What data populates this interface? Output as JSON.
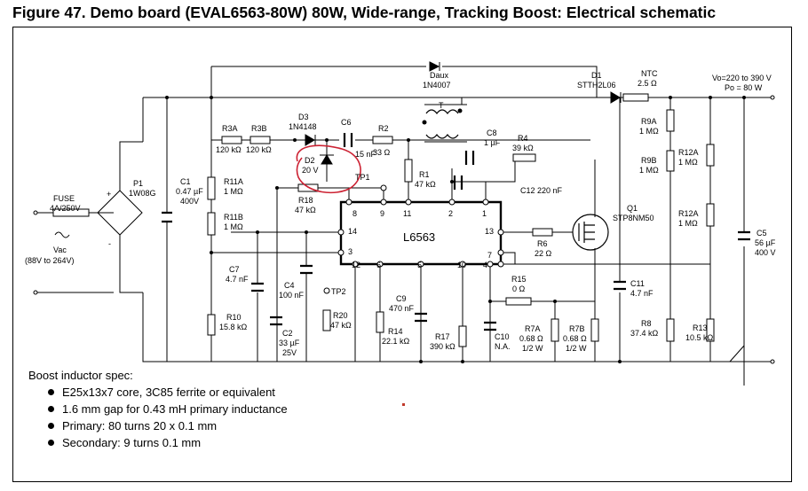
{
  "title": "Figure 47.  Demo board (EVAL6563-80W) 80W, Wide-range, Tracking Boost: Electrical schematic",
  "colors": {
    "line": "#000000",
    "annotation": "#cc2233",
    "stray_dot": "#c0392b"
  },
  "schematic": {
    "input": {
      "fuse": "FUSE",
      "fuse_val": "4A/250V",
      "vac": "Vac",
      "vac_range": "(88V to 264V)"
    },
    "bridge": {
      "name": "P1",
      "val": "1W08G",
      "plus": "+",
      "minus": "-"
    },
    "caps": {
      "c1": [
        "C1",
        "0.47 µF",
        "400V"
      ],
      "c2": [
        "C2",
        "33 µF",
        "25V"
      ],
      "c4": [
        "C4",
        "100 nF"
      ],
      "c5": [
        "C5",
        "56 µF",
        "400 V"
      ],
      "c6": [
        "C6",
        "15 nF"
      ],
      "c7": [
        "C7",
        "4.7 nF"
      ],
      "c8": [
        "C8",
        "1 µF"
      ],
      "c9": [
        "C9",
        "470 nF"
      ],
      "c10": [
        "C10",
        "N.A."
      ],
      "c11": [
        "C11",
        "4.7 nF"
      ],
      "c12": "C12 220 nF"
    },
    "resistors": {
      "r1": [
        "R1",
        "47 kΩ"
      ],
      "r2": [
        "R2",
        "33 Ω"
      ],
      "r3a": [
        "R3A",
        "120 kΩ"
      ],
      "r3b": [
        "R3B",
        "120 kΩ"
      ],
      "r4": [
        "R4",
        "39 kΩ"
      ],
      "r6": [
        "R6",
        "22 Ω"
      ],
      "r7a": [
        "R7A",
        "0.68 Ω",
        "1/2 W"
      ],
      "r7b": [
        "R7B",
        "0.68 Ω",
        "1/2 W"
      ],
      "r8": [
        "R8",
        "37.4 kΩ"
      ],
      "r9a": [
        "R9A",
        "1 MΩ"
      ],
      "r9b": [
        "R9B",
        "1 MΩ"
      ],
      "r10": [
        "R10",
        "15.8 kΩ"
      ],
      "r11a": [
        "R11A",
        "1 MΩ"
      ],
      "r11b": [
        "R11B",
        "1 MΩ"
      ],
      "r12a_top": [
        "R12A",
        "1 MΩ"
      ],
      "r12a_bot": [
        "R12A",
        "1 MΩ"
      ],
      "r13": [
        "R13",
        "10.5 kΩ"
      ],
      "r14": [
        "R14",
        "22.1 kΩ"
      ],
      "r15": [
        "R15",
        "0 Ω"
      ],
      "r17": [
        "R17",
        "390 kΩ"
      ],
      "r18": [
        "R18",
        "47 kΩ"
      ],
      "r20": [
        "R20",
        "47 kΩ"
      ]
    },
    "diodes": {
      "daux": [
        "Daux",
        "1N4007"
      ],
      "d1": [
        "D1",
        "STTH2L06"
      ],
      "d2": [
        "D2",
        "20 V"
      ],
      "d3": [
        "D3",
        "1N4148"
      ]
    },
    "ntc": [
      "NTC",
      "2.5 Ω"
    ],
    "transformer": "T",
    "mosfet": [
      "Q1",
      "STP8NM50"
    ],
    "output": [
      "Vo=220 to 390 V",
      "Po = 80 W"
    ],
    "test_points": [
      "TP1",
      "TP2"
    ],
    "ic": {
      "name": "L6563",
      "pins_top": [
        "8",
        "9",
        "11",
        "2",
        "1"
      ],
      "pins_left": [
        "14",
        "3"
      ],
      "pins_right": [
        "13",
        "7",
        "4"
      ],
      "pins_bottom": [
        "12",
        "6",
        "5",
        "10"
      ]
    }
  },
  "spec": {
    "title": "Boost inductor spec:",
    "items": [
      "E25x13x7 core, 3C85 ferrite or equivalent",
      "1.6 mm gap for 0.43 mH primary inductance",
      "Primary: 80 turns 20 x 0.1 mm",
      "Secondary: 9 turns 0.1 mm"
    ]
  }
}
